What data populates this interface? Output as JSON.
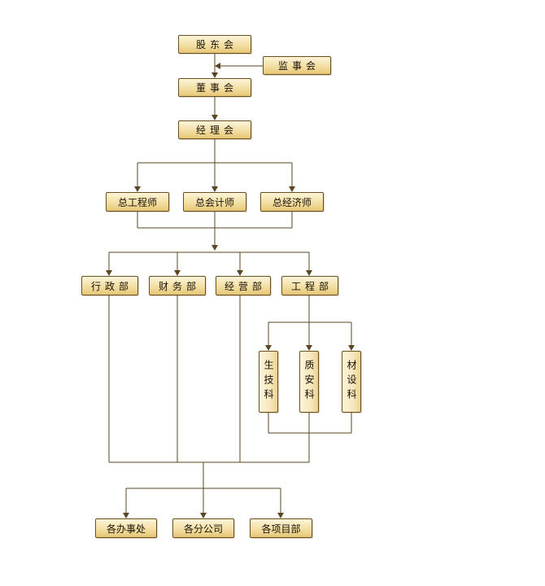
{
  "diagram": {
    "nodes": {
      "shareholders": "股东会",
      "supervisors": "监事会",
      "board": "董事会",
      "managers": "经理会",
      "chief_engineer": "总工程师",
      "chief_accountant": "总会计师",
      "chief_economist": "总经济师",
      "admin_dept": "行政部",
      "finance_dept": "财务部",
      "business_dept": "经营部",
      "engineering_dept": "工程部",
      "production_section": "生技科",
      "quality_section": "质安科",
      "materials_section": "材设科",
      "offices": "各办事处",
      "branches": "各分公司",
      "project_depts": "各项目部"
    }
  }
}
